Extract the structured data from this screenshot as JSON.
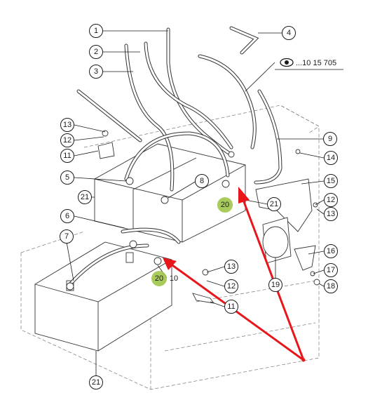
{
  "reference": {
    "icon": "eye-icon",
    "text": "...10 15 705"
  },
  "callouts": [
    {
      "id": "c1",
      "label": "1"
    },
    {
      "id": "c2",
      "label": "2"
    },
    {
      "id": "c3",
      "label": "3"
    },
    {
      "id": "c4",
      "label": "4"
    },
    {
      "id": "c5",
      "label": "5"
    },
    {
      "id": "c6",
      "label": "6"
    },
    {
      "id": "c7",
      "label": "7"
    },
    {
      "id": "c8",
      "label": "8"
    },
    {
      "id": "c9",
      "label": "9"
    },
    {
      "id": "c10",
      "label": "10"
    },
    {
      "id": "c11",
      "label": "11"
    },
    {
      "id": "c11b",
      "label": "11"
    },
    {
      "id": "c12",
      "label": "12"
    },
    {
      "id": "c12b",
      "label": "12"
    },
    {
      "id": "c12c",
      "label": "12"
    },
    {
      "id": "c13",
      "label": "13"
    },
    {
      "id": "c13b",
      "label": "13"
    },
    {
      "id": "c13c",
      "label": "13"
    },
    {
      "id": "c14",
      "label": "14"
    },
    {
      "id": "c15",
      "label": "15"
    },
    {
      "id": "c16",
      "label": "16"
    },
    {
      "id": "c17",
      "label": "17"
    },
    {
      "id": "c18",
      "label": "18"
    },
    {
      "id": "c19",
      "label": "19"
    },
    {
      "id": "c21a",
      "label": "21"
    },
    {
      "id": "c21b",
      "label": "21"
    },
    {
      "id": "c21c",
      "label": "21"
    }
  ],
  "highlights": [
    {
      "id": "h20a",
      "label": "20"
    },
    {
      "id": "h20b",
      "label": "20"
    }
  ],
  "colors": {
    "highlight": "#9fc54a",
    "arrow": "#e8161b",
    "line": "#1a1a1a"
  }
}
